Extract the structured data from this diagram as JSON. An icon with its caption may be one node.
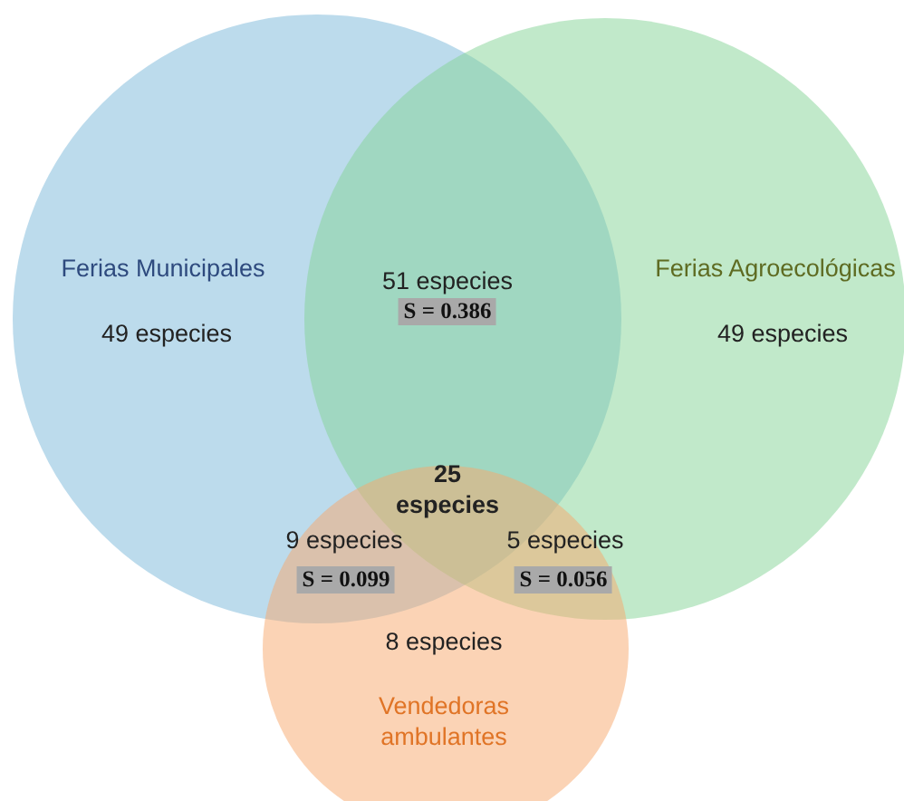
{
  "diagram": {
    "nodes": [
      {
        "text": [
          "Ferias Municipales",
          "49 especies"
        ]
      },
      {
        "text": [
          "Ferias Agroecológicas",
          "49 especies"
        ]
      },
      {
        "text": [
          "8 especies",
          "Vendedoras ambulantes"
        ]
      }
    ],
    "labels": [
      "51 especies",
      "S = 0.386",
      "25 especies",
      "9 especies",
      "S = 0.099",
      "5 especies",
      "S = 0.056"
    ]
  }
}
